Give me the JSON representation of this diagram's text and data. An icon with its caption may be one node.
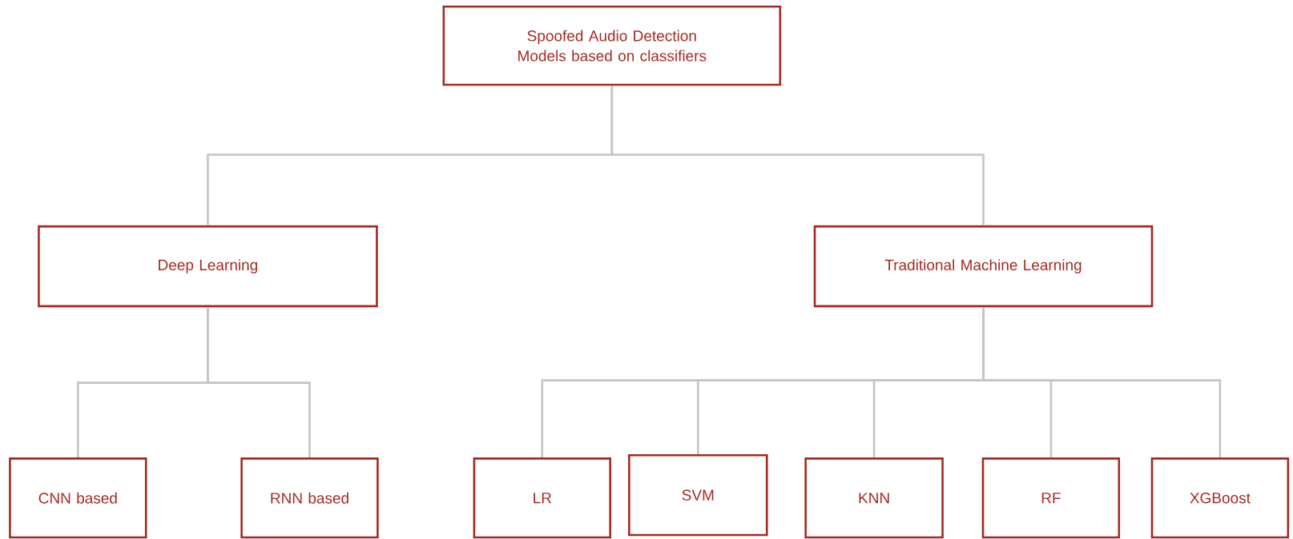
{
  "diagram": {
    "nodes": [
      {
        "text": [
          "Spoofed Audio Detection Models based on classifiers"
        ]
      },
      {
        "text": [
          "Deep Learning"
        ]
      },
      {
        "text": [
          "Traditional Machine Learning"
        ]
      },
      {
        "text": [
          "CNN based"
        ]
      },
      {
        "text": [
          "RNN based"
        ]
      },
      {
        "text": [
          "LR"
        ]
      },
      {
        "text": [
          "SVM"
        ]
      },
      {
        "text": [
          "KNN"
        ]
      },
      {
        "text": [
          "RF"
        ]
      },
      {
        "text": [
          "XGBoost"
        ]
      }
    ],
    "edges": [
      {
        "from": 0,
        "to": 1,
        "arrow": "none"
      },
      {
        "from": 0,
        "to": 2,
        "arrow": "none"
      },
      {
        "from": 1,
        "to": 3,
        "arrow": "none"
      },
      {
        "from": 1,
        "to": 4,
        "arrow": "none"
      },
      {
        "from": 2,
        "to": 5,
        "arrow": "none"
      },
      {
        "from": 2,
        "to": 6,
        "arrow": "none"
      },
      {
        "from": 2,
        "to": 7,
        "arrow": "none"
      },
      {
        "from": 2,
        "to": 8,
        "arrow": "none"
      },
      {
        "from": 2,
        "to": 9,
        "arrow": "none"
      }
    ]
  }
}
